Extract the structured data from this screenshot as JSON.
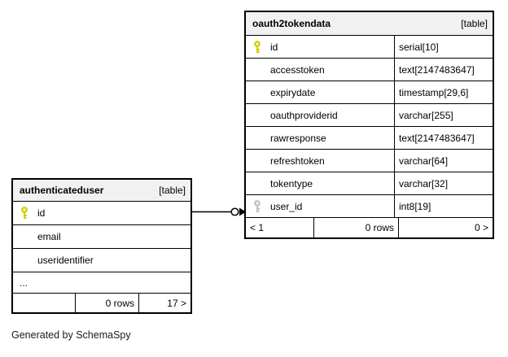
{
  "diagram": {
    "generated_by": "Generated by SchemaSpy"
  },
  "colors": {
    "border": "#000000",
    "header_bg": "#f1f1f1",
    "primary_key_icon": "#cfcf00",
    "foreign_key_icon": "#c2c2c2"
  },
  "relationship": {
    "from_table": "authenticateduser",
    "from_column": "id",
    "to_table": "oauth2tokendata",
    "to_column": "user_id"
  },
  "tables": {
    "authenticateduser": {
      "name": "authenticateduser",
      "type_label": "[table]",
      "columns": [
        {
          "name": "id",
          "key": "primary"
        },
        {
          "name": "email",
          "key": "none"
        },
        {
          "name": "useridentifier",
          "key": "none"
        },
        {
          "name": "...",
          "key": "none"
        }
      ],
      "footer": {
        "left": "",
        "rows": "0 rows",
        "right": "17 >"
      }
    },
    "oauth2tokendata": {
      "name": "oauth2tokendata",
      "type_label": "[table]",
      "columns": [
        {
          "name": "id",
          "type": "serial[10]",
          "key": "primary"
        },
        {
          "name": "accesstoken",
          "type": "text[2147483647]",
          "key": "none"
        },
        {
          "name": "expirydate",
          "type": "timestamp[29,6]",
          "key": "none"
        },
        {
          "name": "oauthproviderid",
          "type": "varchar[255]",
          "key": "none"
        },
        {
          "name": "rawresponse",
          "type": "text[2147483647]",
          "key": "none"
        },
        {
          "name": "refreshtoken",
          "type": "varchar[64]",
          "key": "none"
        },
        {
          "name": "tokentype",
          "type": "varchar[32]",
          "key": "none"
        },
        {
          "name": "user_id",
          "type": "int8[19]",
          "key": "foreign"
        }
      ],
      "footer": {
        "left": "< 1",
        "rows": "0 rows",
        "right": "0 >"
      }
    }
  }
}
